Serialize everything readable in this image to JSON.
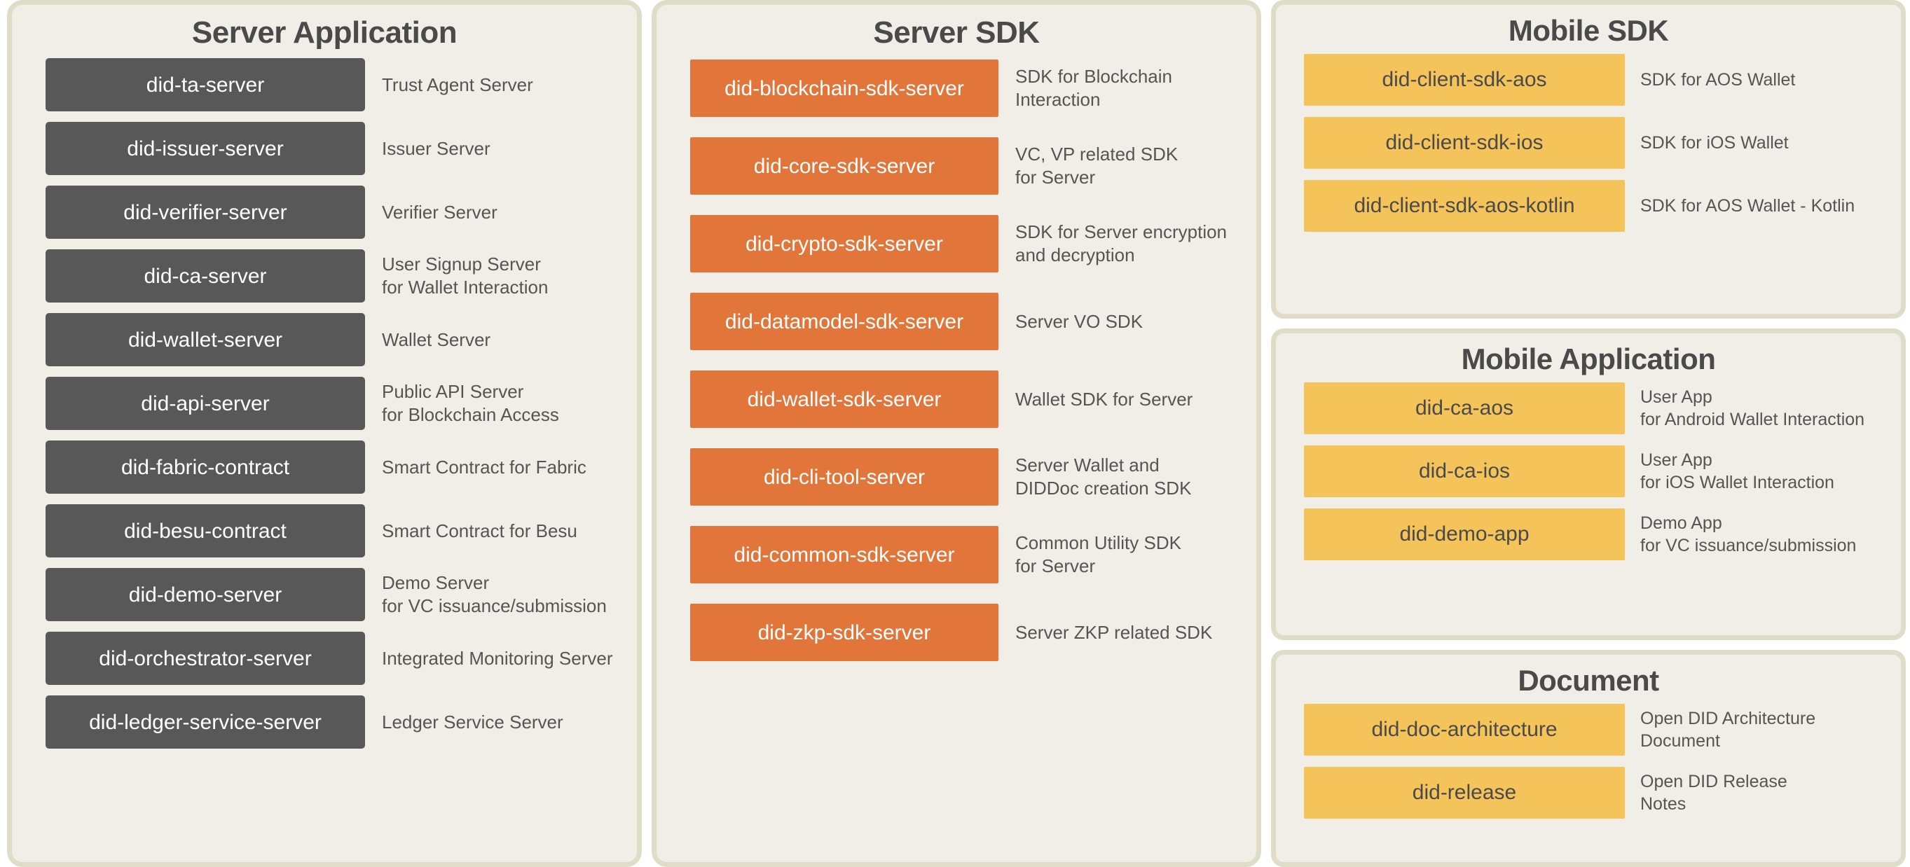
{
  "theme": {
    "page_background": "#ffffff",
    "panel_background": "#f0eee6",
    "panel_border": "#dfddc8",
    "chip_dark": "#585858",
    "chip_orange": "#e2763a",
    "chip_yellow": "#f4c359",
    "title_color": "#4a4a4a",
    "description_color": "#555555"
  },
  "columns": [
    {
      "id": "server-application",
      "panels": [
        {
          "title": "Server Application",
          "chip_style": "dark",
          "items": [
            {
              "name": "did-ta-server",
              "description": "Trust Agent Server"
            },
            {
              "name": "did-issuer-server",
              "description": "Issuer Server"
            },
            {
              "name": "did-verifier-server",
              "description": "Verifier Server"
            },
            {
              "name": "did-ca-server",
              "description": "User Signup Server\nfor Wallet Interaction"
            },
            {
              "name": "did-wallet-server",
              "description": "Wallet Server"
            },
            {
              "name": "did-api-server",
              "description": "Public API Server\nfor Blockchain Access"
            },
            {
              "name": "did-fabric-contract",
              "description": "Smart Contract for Fabric"
            },
            {
              "name": "did-besu-contract",
              "description": "Smart Contract for Besu"
            },
            {
              "name": "did-demo-server",
              "description": "Demo Server\nfor VC issuance/submission"
            },
            {
              "name": "did-orchestrator-server",
              "description": "Integrated Monitoring Server"
            },
            {
              "name": "did-ledger-service-server",
              "description": "Ledger Service Server"
            }
          ]
        }
      ]
    },
    {
      "id": "server-sdk",
      "panels": [
        {
          "title": "Server SDK",
          "chip_style": "orange",
          "items": [
            {
              "name": "did-blockchain-sdk-server",
              "description": "SDK for Blockchain\nInteraction"
            },
            {
              "name": "did-core-sdk-server",
              "description": "VC, VP related SDK\nfor Server"
            },
            {
              "name": "did-crypto-sdk-server",
              "description": "SDK for Server encryption\nand decryption"
            },
            {
              "name": "did-datamodel-sdk-server",
              "description": "Server VO SDK"
            },
            {
              "name": "did-wallet-sdk-server",
              "description": "Wallet SDK for Server"
            },
            {
              "name": "did-cli-tool-server",
              "description": "Server Wallet and\nDIDDoc creation SDK"
            },
            {
              "name": "did-common-sdk-server",
              "description": "Common Utility SDK\nfor Server"
            },
            {
              "name": "did-zkp-sdk-server",
              "description": "Server ZKP related SDK"
            }
          ]
        }
      ]
    },
    {
      "id": "mobile-and-document",
      "panels": [
        {
          "title": "Mobile SDK",
          "chip_style": "yellow",
          "items": [
            {
              "name": "did-client-sdk-aos",
              "description": "SDK for AOS Wallet"
            },
            {
              "name": "did-client-sdk-ios",
              "description": "SDK for iOS Wallet"
            },
            {
              "name": "did-client-sdk-aos-kotlin",
              "description": "SDK for AOS Wallet - Kotlin"
            }
          ]
        },
        {
          "title": "Mobile Application",
          "chip_style": "yellow",
          "items": [
            {
              "name": "did-ca-aos",
              "description": "User App\nfor Android Wallet Interaction"
            },
            {
              "name": "did-ca-ios",
              "description": "User App\nfor iOS Wallet Interaction"
            },
            {
              "name": "did-demo-app",
              "description": "Demo App\nfor VC issuance/submission"
            }
          ]
        },
        {
          "title": "Document",
          "chip_style": "yellow",
          "items": [
            {
              "name": "did-doc-architecture",
              "description": "Open DID Architecture\nDocument"
            },
            {
              "name": "did-release",
              "description": "Open DID Release\nNotes"
            }
          ]
        }
      ]
    }
  ]
}
